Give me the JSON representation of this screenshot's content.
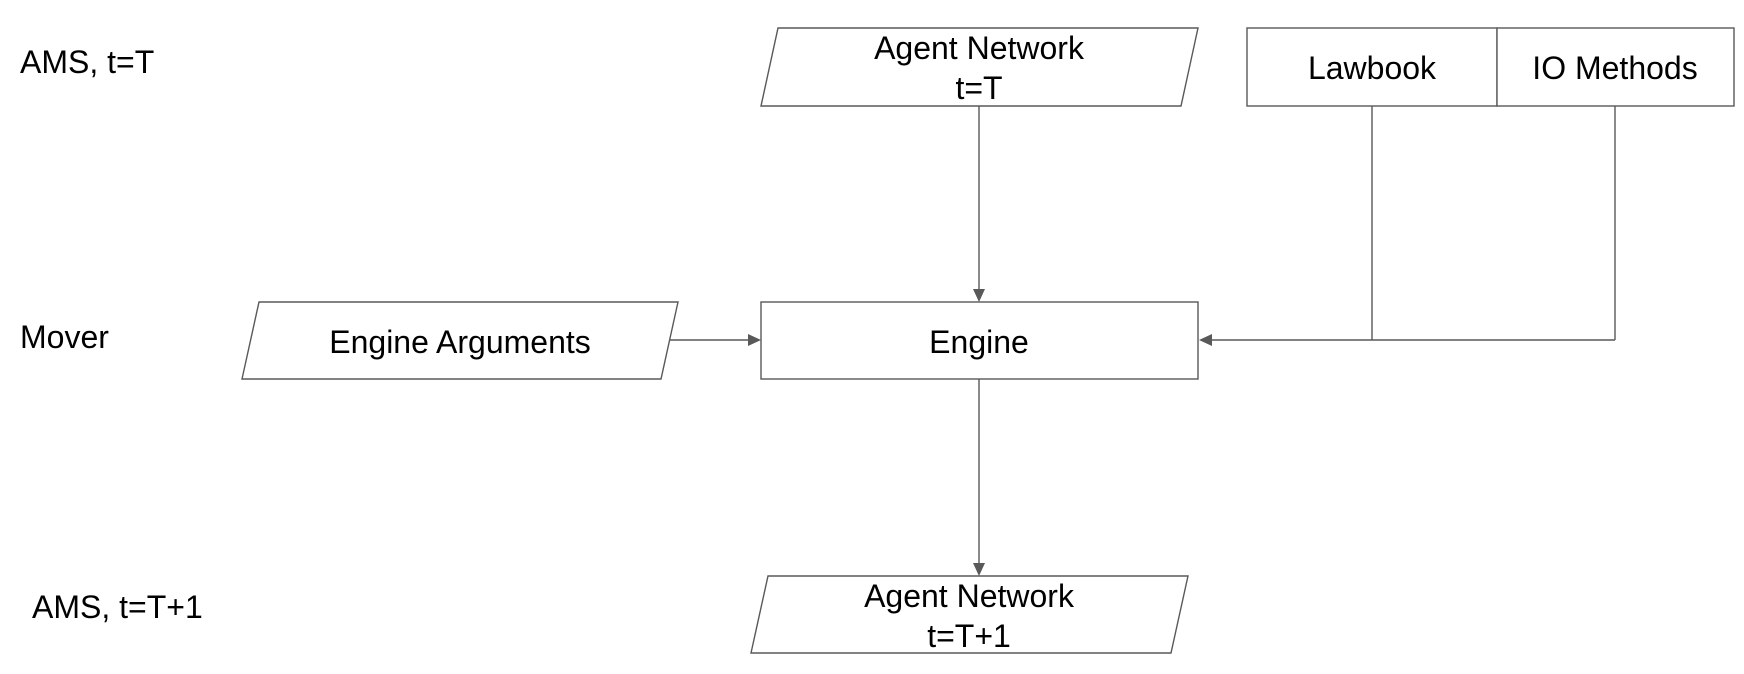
{
  "row_labels": {
    "top": "AMS, t=T",
    "middle": "Mover",
    "bottom": "AMS, t=T+1"
  },
  "nodes": {
    "agent_network_t": {
      "line1": "Agent Network",
      "line2": "t=T"
    },
    "lawbook": "Lawbook",
    "io_methods": "IO Methods",
    "engine_arguments": "Engine Arguments",
    "engine": "Engine",
    "agent_network_t1": {
      "line1": "Agent Network",
      "line2": "t=T+1"
    }
  },
  "colors": {
    "stroke": "#595959",
    "fill": "#ffffff",
    "text": "#000000"
  }
}
